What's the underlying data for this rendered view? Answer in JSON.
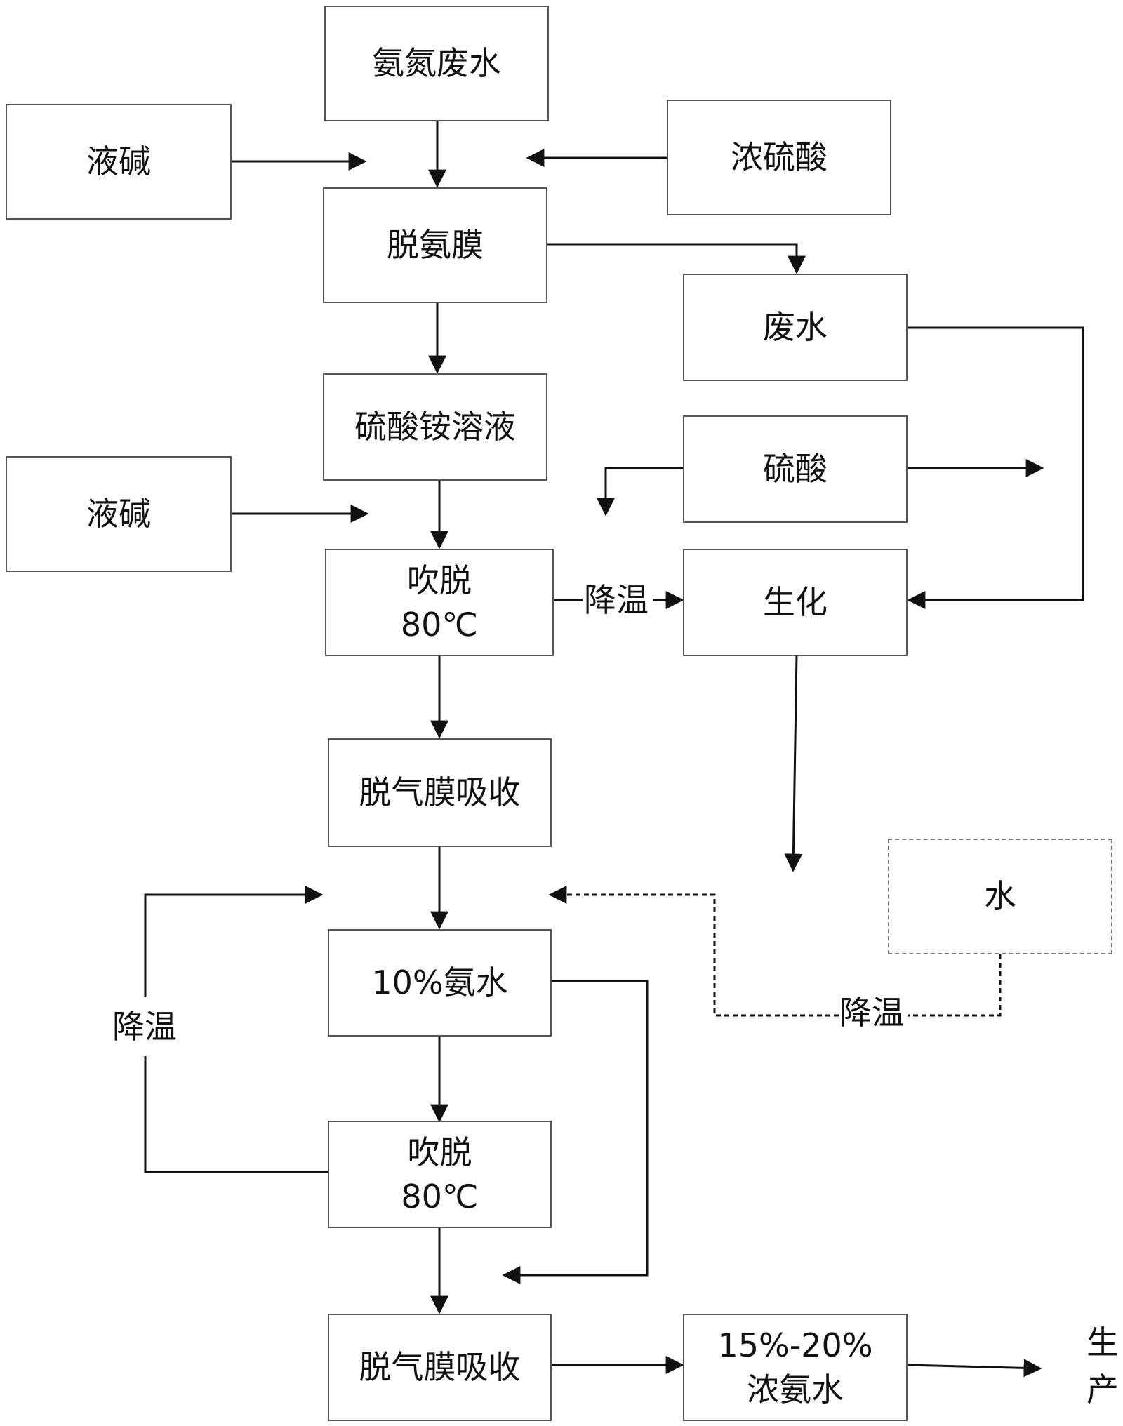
{
  "nodes": {
    "ammonia_wastewater": "氨氮废水",
    "alkali_1": "液碱",
    "conc_sulfuric": "浓硫酸",
    "deammonia_membrane": "脱氨膜",
    "wastewater": "废水",
    "ammonium_sulfate": "硫酸铵溶液",
    "sulfuric": "硫酸",
    "alkali_2": "液碱",
    "stripping_1_line1": "吹脱",
    "stripping_1_line2": "80℃",
    "biochem": "生化",
    "degas_absorb_1": "脱气膜吸收",
    "water": "水",
    "ammonia_10": "10%氨水",
    "stripping_2_line1": "吹脱",
    "stripping_2_line2": "80℃",
    "degas_absorb_2": "脱气膜吸收",
    "conc_ammonia_line1": "15%-20%",
    "conc_ammonia_line2": "浓氨水"
  },
  "labels": {
    "cooling_1": "降温",
    "cooling_2": "降温",
    "cooling_3": "降温",
    "production_1": "生",
    "production_2": "产"
  }
}
